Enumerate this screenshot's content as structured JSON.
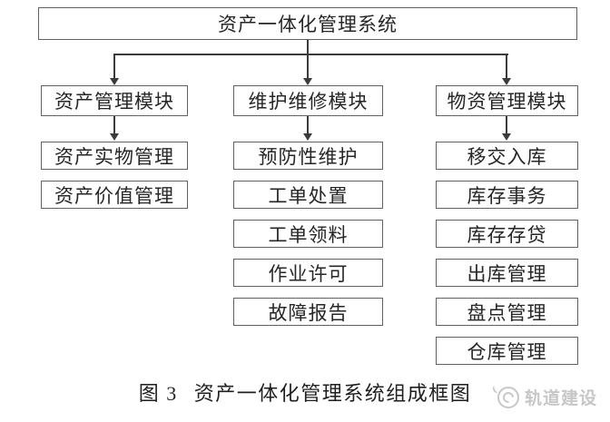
{
  "figure": {
    "root": "资产一体化管理系统",
    "columns": [
      {
        "header": "资产管理模块",
        "items": [
          "资产实物管理",
          "资产价值管理"
        ]
      },
      {
        "header": "维护维修模块",
        "items": [
          "预防性维护",
          "工单处置",
          "工单领料",
          "作业许可",
          "故障报告"
        ]
      },
      {
        "header": "物资管理模块",
        "items": [
          "移交入库",
          "库存事务",
          "库存存贷",
          "出库管理",
          "盘点管理",
          "仓库管理"
        ]
      }
    ]
  },
  "caption": {
    "figure_label": "图 3",
    "title": "资产一体化管理系统组成框图"
  },
  "watermark": {
    "logo_icon": "swirl-circle-icon",
    "text": "轨道建设"
  },
  "colors": {
    "background": "#ffffff",
    "line": "#3b3b3b",
    "box_border": "#616161",
    "text": "#262626",
    "caption_text": "#1f1f1f",
    "watermark": "#c7c7c7"
  }
}
